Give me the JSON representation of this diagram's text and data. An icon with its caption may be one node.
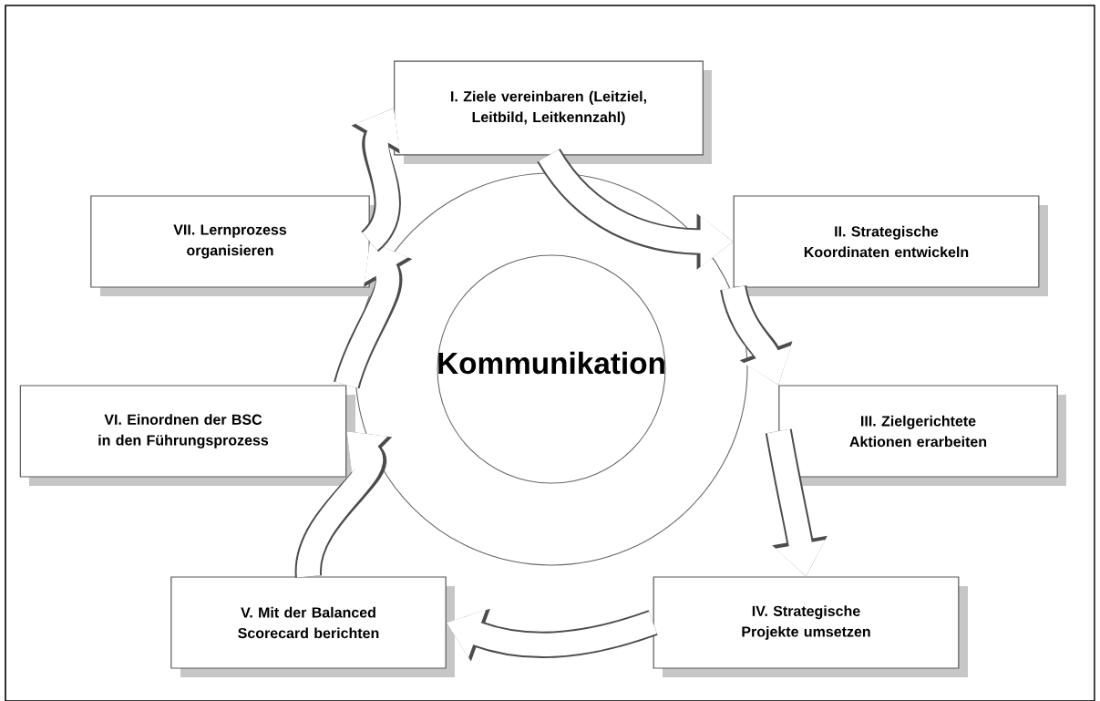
{
  "diagram": {
    "nodes": [
      {
        "text": [
          "I. Ziele vereinbaren (Leitziel, Leitbild, Leitkennzahl)"
        ]
      },
      {
        "text": [
          "II. Strategische Koordinaten entwickeln"
        ]
      },
      {
        "text": [
          "III. Zielgerichtete Aktionen erarbeiten"
        ]
      },
      {
        "text": [
          "IV. Strategische Projekte umsetzen"
        ]
      },
      {
        "text": [
          "V. Mit der Balanced Scorecard berichten"
        ]
      },
      {
        "text": [
          "VI. Einordnen der BSC in den Führungsprozess"
        ]
      },
      {
        "text": [
          "VII. Lernprozess organisieren"
        ]
      },
      {
        "text": [
          "Kommunikation"
        ]
      }
    ],
    "edges": [
      {
        "from": 0,
        "to": 1,
        "arrow": "to"
      },
      {
        "from": 1,
        "to": 2,
        "arrow": "to"
      },
      {
        "from": 2,
        "to": 3,
        "arrow": "to"
      },
      {
        "from": 3,
        "to": 4,
        "arrow": "to"
      },
      {
        "from": 4,
        "to": 5,
        "arrow": "to"
      },
      {
        "from": 5,
        "to": 6,
        "arrow": "to"
      },
      {
        "from": 6,
        "to": 0,
        "arrow": "to"
      }
    ]
  }
}
